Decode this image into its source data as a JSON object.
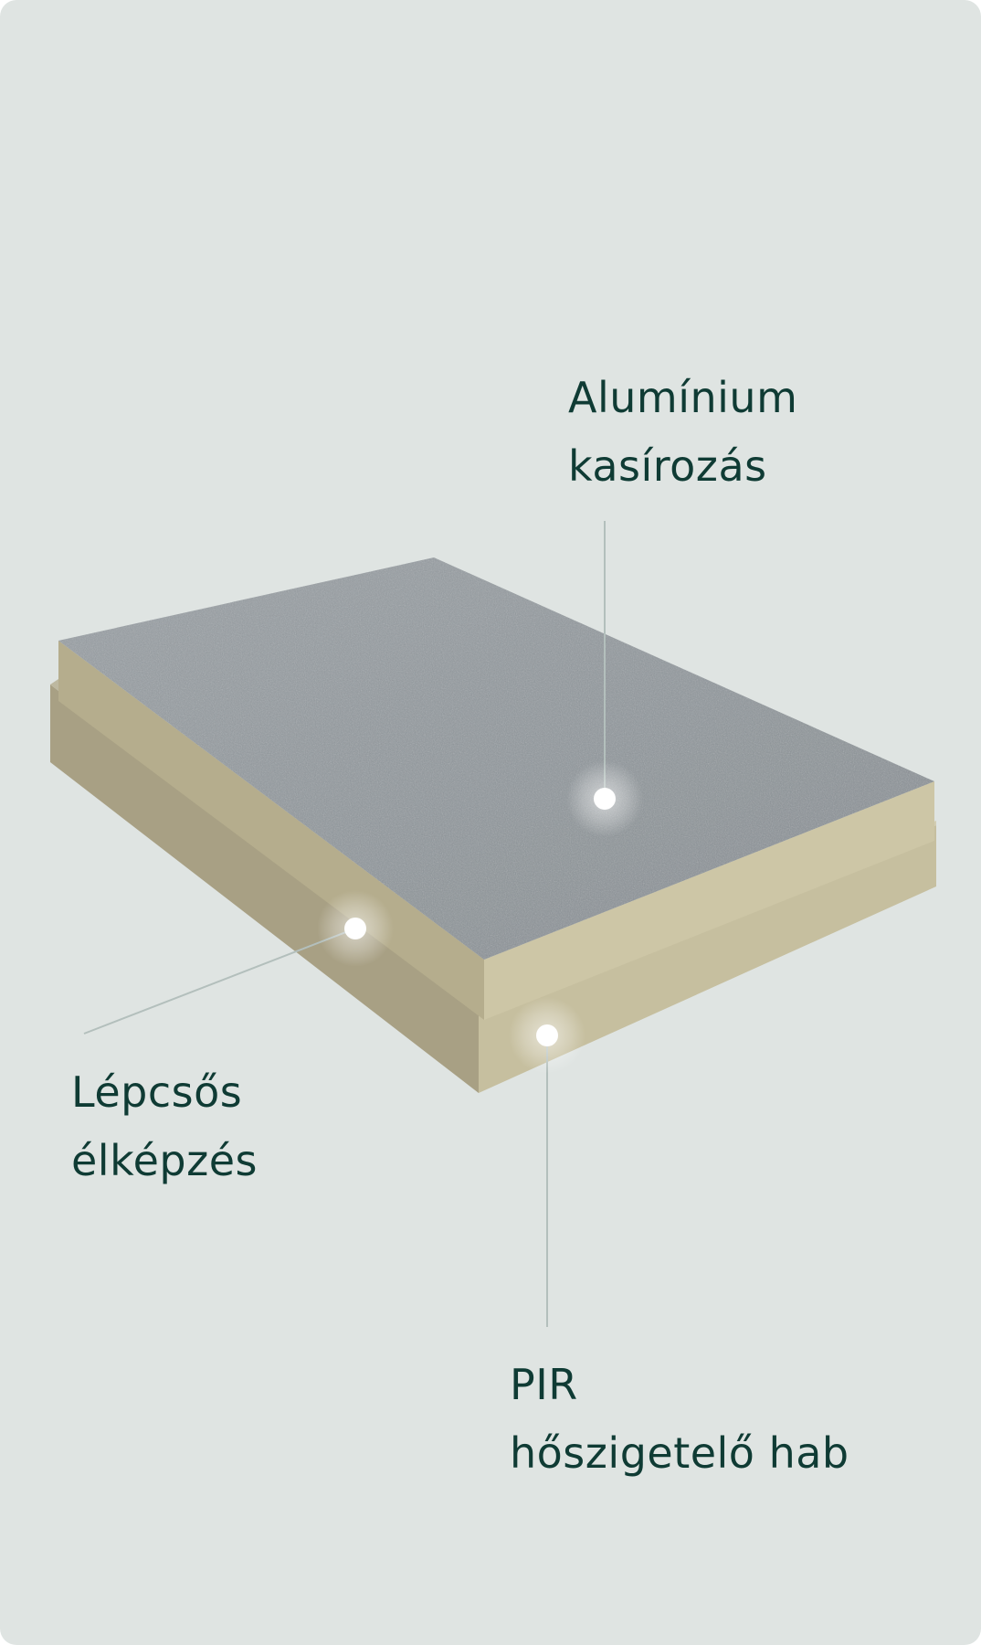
{
  "colors": {
    "background": "#dfe4e2",
    "label_text": "#0f3b34",
    "aluminium_surface": "#8f969b",
    "pir_foam_front": "#c9c3a2",
    "pir_foam_side": "#aea688",
    "leader_line": "#b3bfbc",
    "marker": "#ffffff"
  },
  "callouts": {
    "aluminium": {
      "line1": "Alumínium",
      "line2": "kasírozás",
      "icon": "marker-dot"
    },
    "step_edge": {
      "line1": "Lépcsős",
      "line2": "élképzés",
      "icon": "marker-dot"
    },
    "pir_foam": {
      "line1": "PIR",
      "line2": "hőszigetelő hab",
      "icon": "marker-dot"
    }
  }
}
